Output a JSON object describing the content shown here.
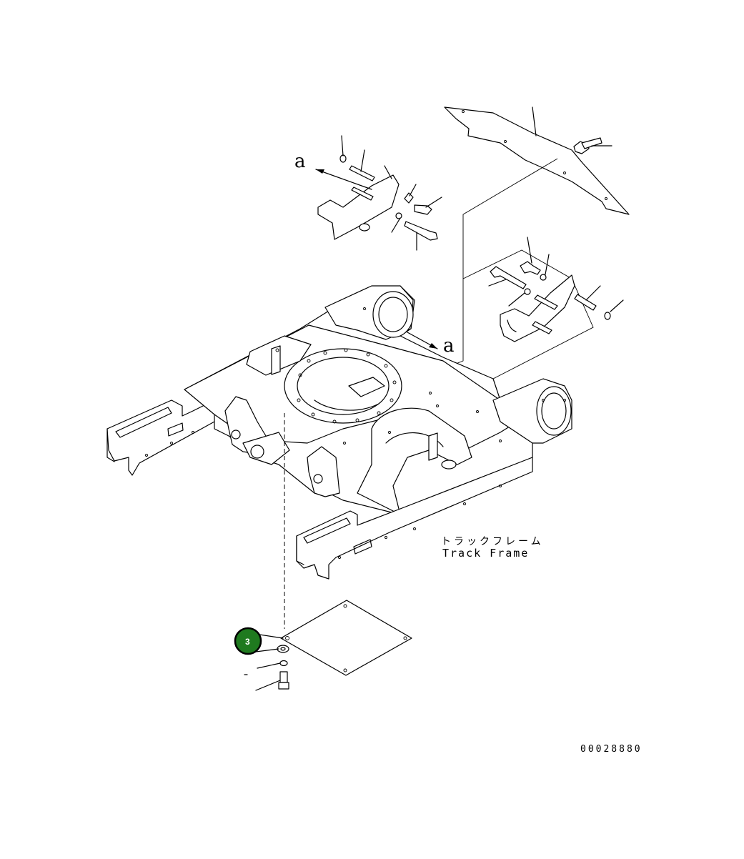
{
  "drawing": {
    "label_jp": "トラックフレーム",
    "label_en": "Track Frame",
    "view_marker_top": "a",
    "view_marker_side": "a",
    "drawing_number": "00028880"
  },
  "callout": {
    "number": "3",
    "color": "#1f7a1f",
    "border_color": "#000000"
  }
}
